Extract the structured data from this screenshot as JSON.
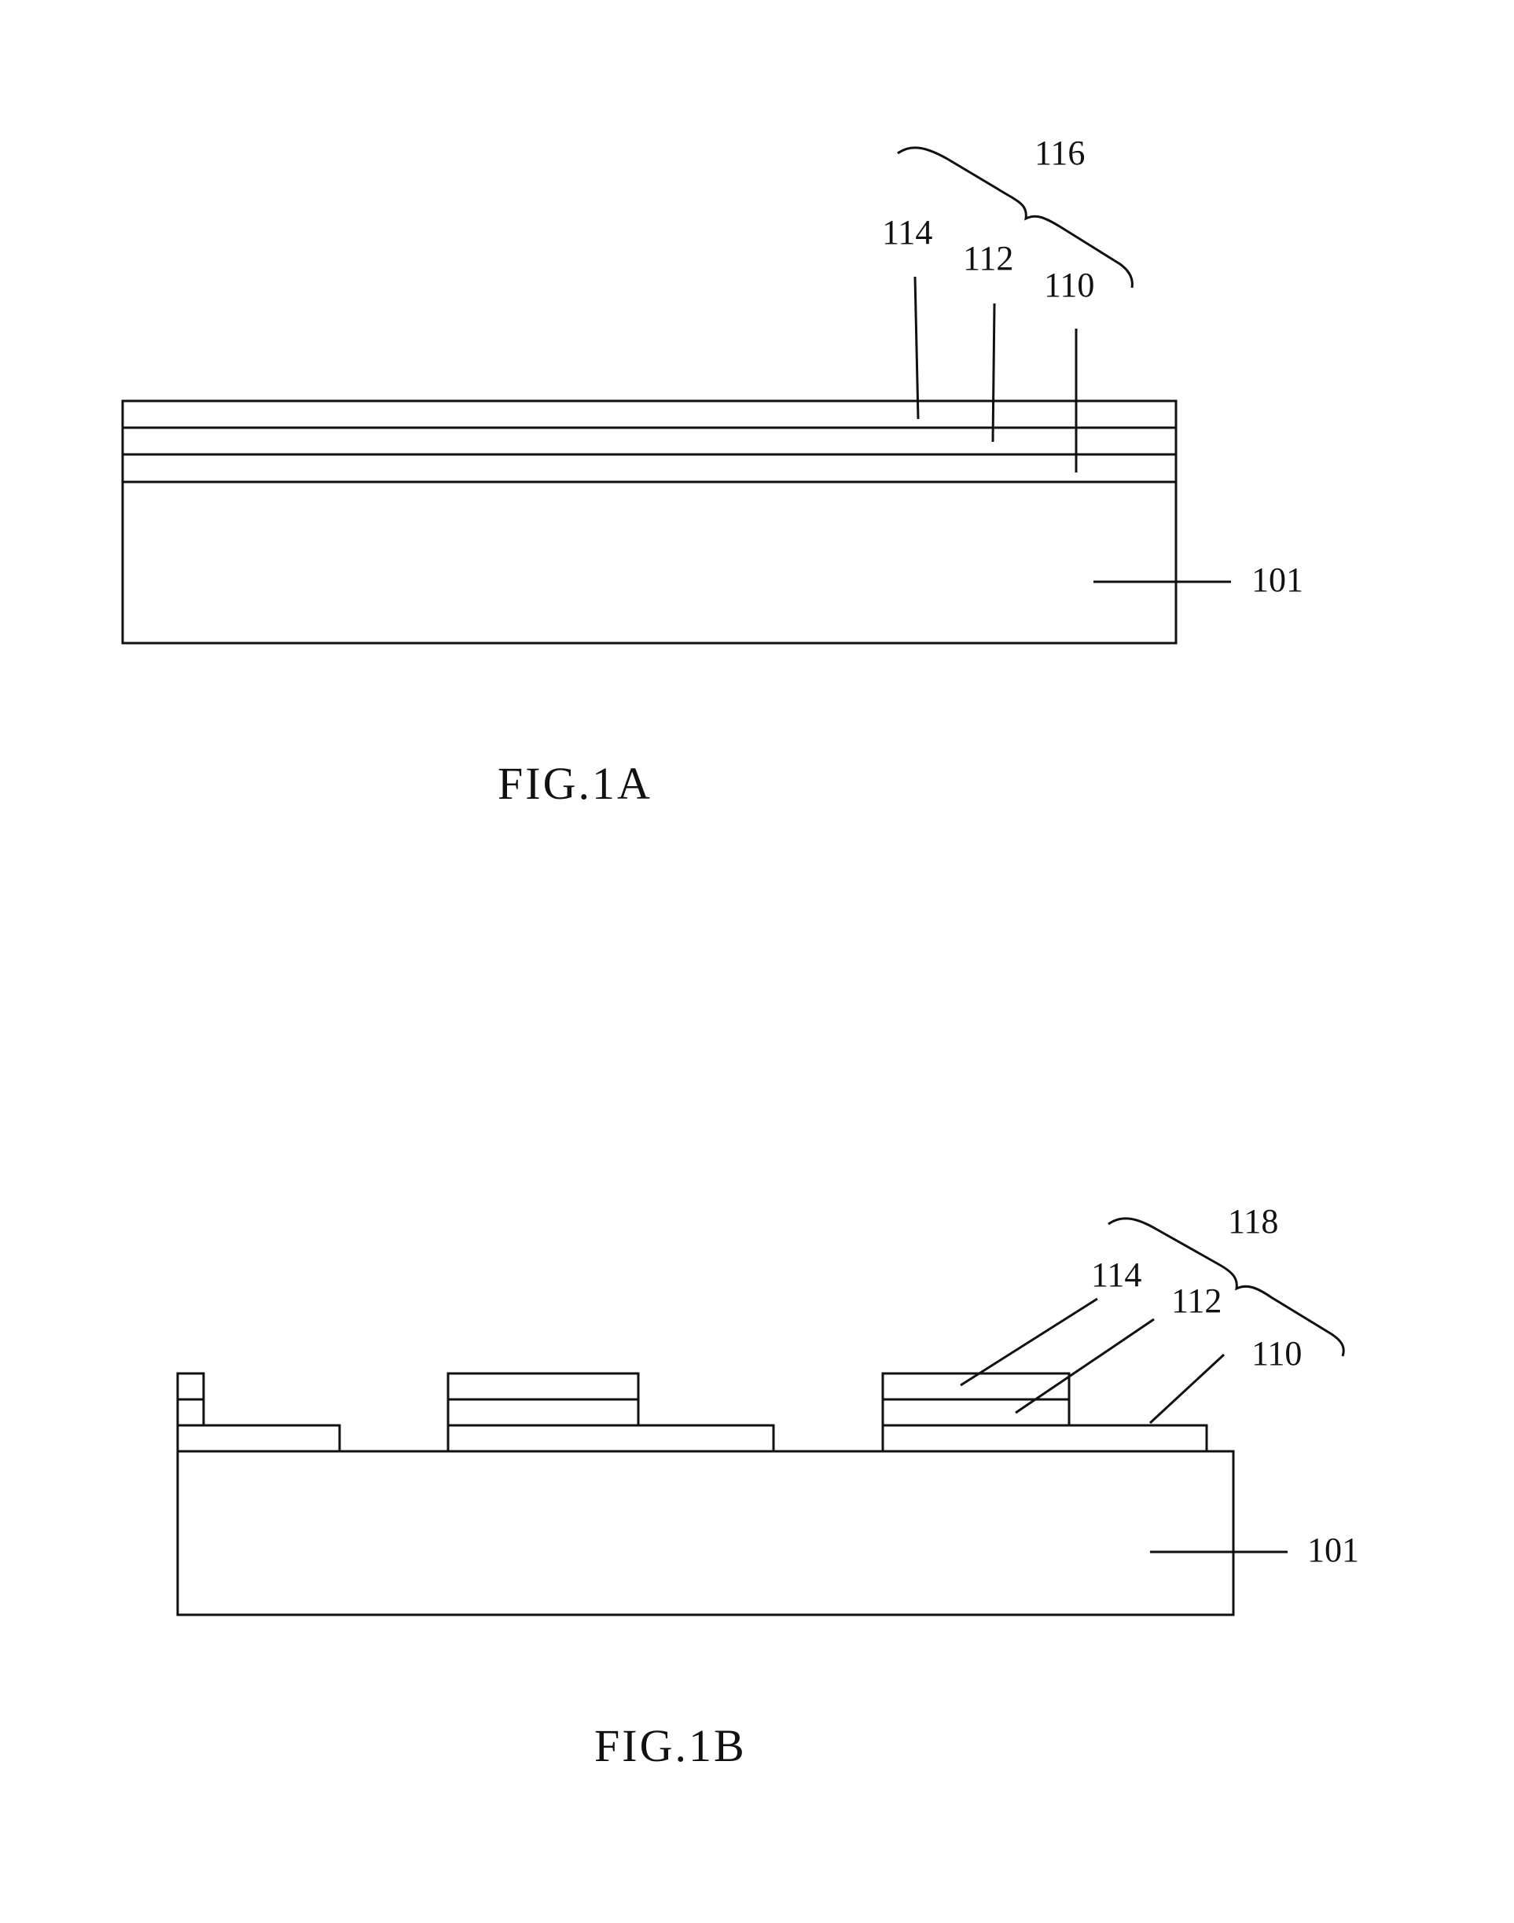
{
  "fig_1a": {
    "caption": "FIG.1A",
    "labels": {
      "stack": "116",
      "layer_top": "114",
      "layer_middle": "112",
      "layer_bottom": "110",
      "substrate": "101"
    }
  },
  "fig_1b": {
    "caption": "FIG.1B",
    "labels": {
      "stack": "118",
      "layer_top": "114",
      "layer_middle": "112",
      "layer_bottom": "110",
      "substrate": "101"
    }
  },
  "colors": {
    "ink": "#111111",
    "background": "#ffffff"
  }
}
